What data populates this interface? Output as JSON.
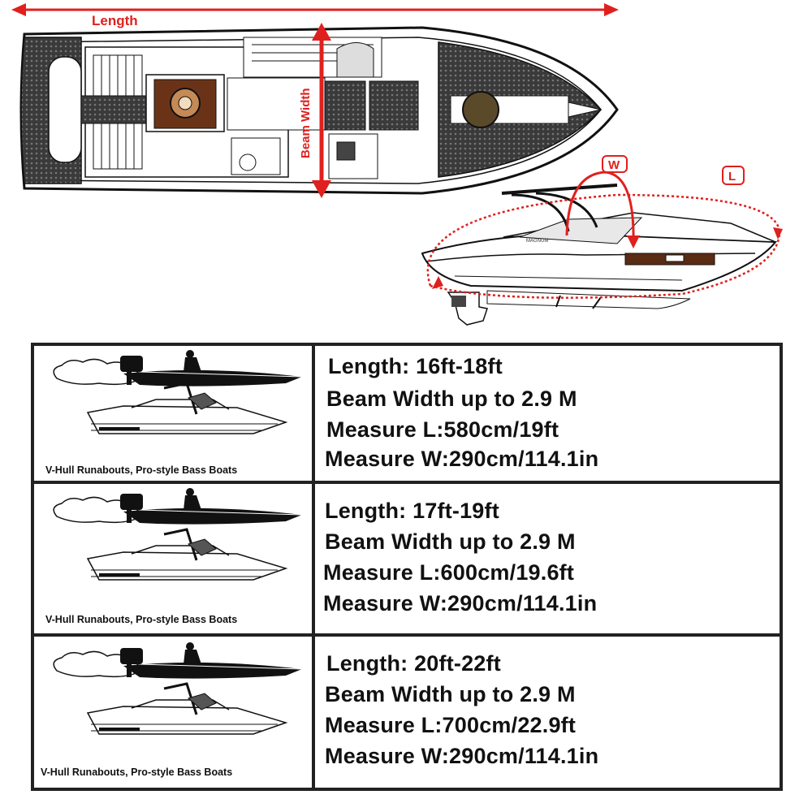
{
  "diagram": {
    "length_label": "Length",
    "beam_label": "Beam Width",
    "w_label": "W",
    "l_label": "L",
    "hull_brand": "MAGNUM",
    "accent_red": "#e0201e"
  },
  "rows": [
    {
      "caption": "V-Hull Runabouts,  Pro-style Bass Boats",
      "length": "Length: 16ft-18ft",
      "beam": "Beam Width up to 2.9 M",
      "measure_l": "Measure L:580cm/19ft",
      "measure_w": "Measure W:290cm/114.1in"
    },
    {
      "caption": "V-Hull Runabouts,  Pro-style Bass Boats",
      "length": "Length: 17ft-19ft",
      "beam": "Beam Width up to 2.9 M",
      "measure_l": "Measure L:600cm/19.6ft",
      "measure_w": "Measure W:290cm/114.1in"
    },
    {
      "caption": "V-Hull Runabouts,  Pro-style Bass Boats",
      "length": "Length: 20ft-22ft",
      "beam": "Beam Width up to 2.9 M",
      "measure_l": "Measure L:700cm/22.9ft",
      "measure_w": "Measure W:290cm/114.1in"
    }
  ]
}
